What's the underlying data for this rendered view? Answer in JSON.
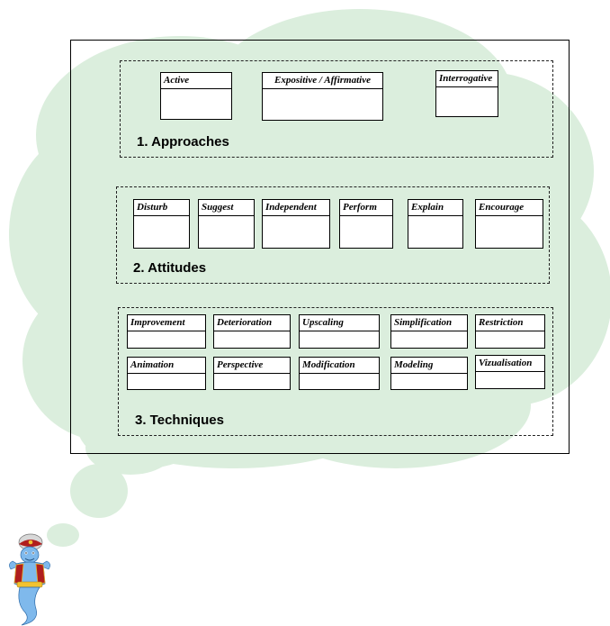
{
  "colors": {
    "cloud": "#dbeedd",
    "line": "#000000"
  },
  "approaches": {
    "title": "1. Approaches",
    "items": [
      "Active",
      "Expositive / Affirmative",
      "Interrogative"
    ]
  },
  "attitudes": {
    "title": "2. Attitudes",
    "items": [
      "Disturb",
      "Suggest",
      "Independent",
      "Perform",
      "Explain",
      "Encourage"
    ]
  },
  "techniques": {
    "title": "3. Techniques",
    "row1": [
      "Improvement",
      "Deterioration",
      "Upscaling",
      "Simplification",
      "Restriction"
    ],
    "row2": [
      "Animation",
      "Perspective",
      "Modification",
      "Modeling",
      "Vizualisation"
    ]
  },
  "icons": {
    "genie": "genie-icon",
    "cloud": "thought-cloud"
  }
}
